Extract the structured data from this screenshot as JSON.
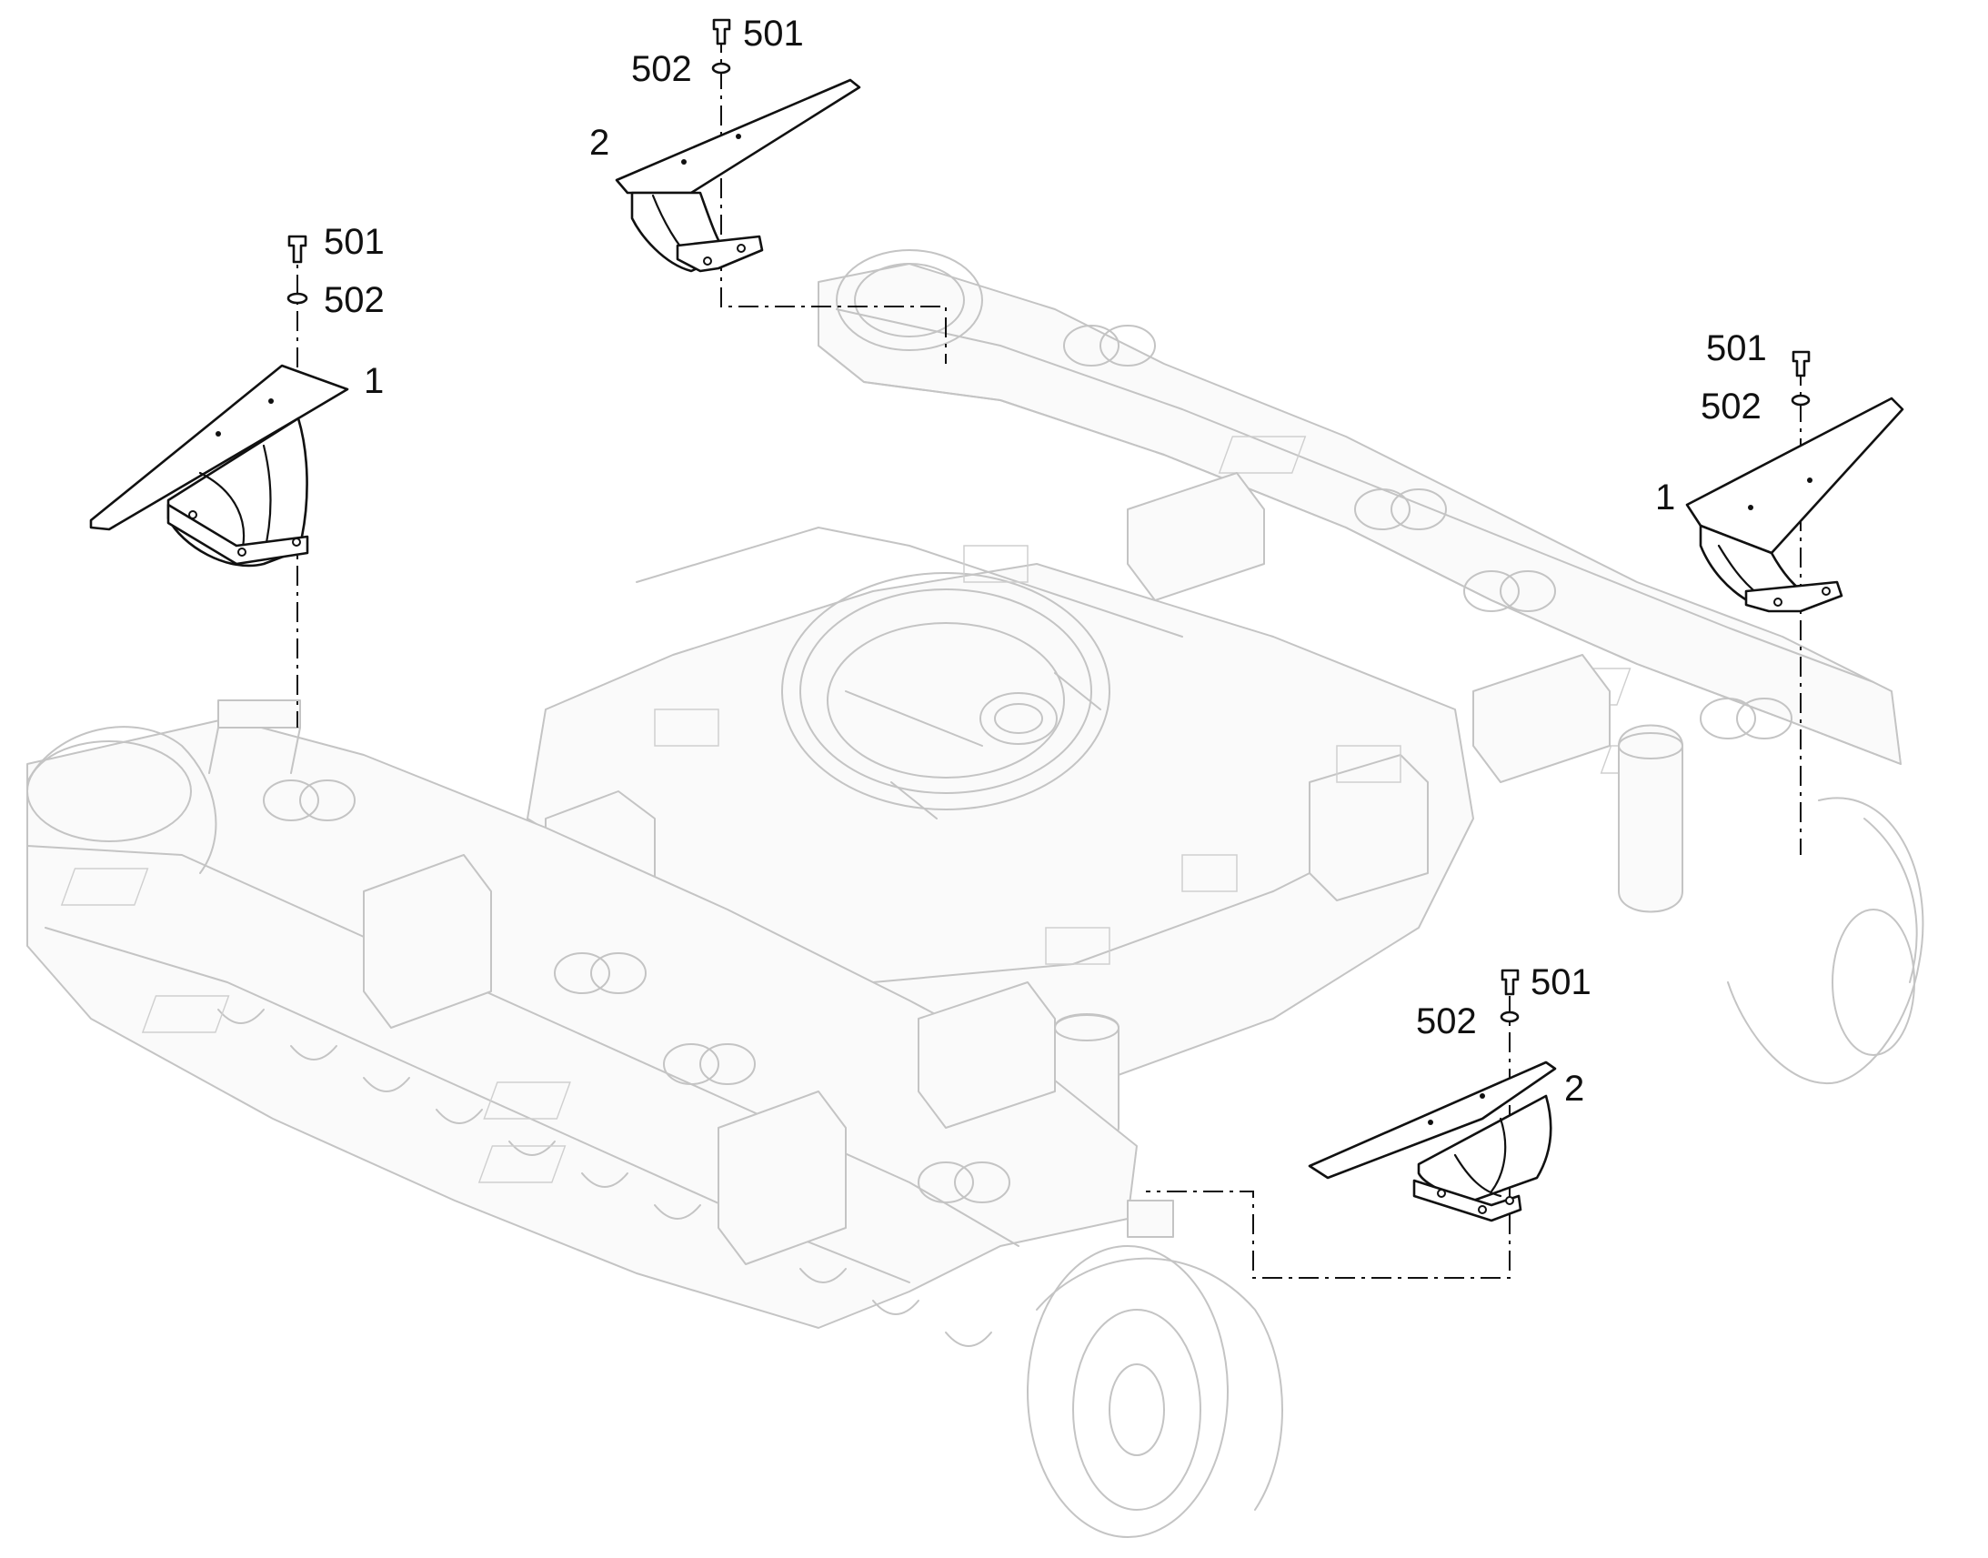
{
  "diagram": {
    "callouts": [
      {
        "id": "c-501-a",
        "text": "501"
      },
      {
        "id": "c-502-a",
        "text": "502"
      },
      {
        "id": "c-1-a",
        "text": "1"
      },
      {
        "id": "c-501-b",
        "text": "501"
      },
      {
        "id": "c-502-b",
        "text": "502"
      },
      {
        "id": "c-2-b",
        "text": "2"
      },
      {
        "id": "c-501-c",
        "text": "501"
      },
      {
        "id": "c-502-c",
        "text": "502"
      },
      {
        "id": "c-1-c",
        "text": "1"
      },
      {
        "id": "c-501-d",
        "text": "501"
      },
      {
        "id": "c-502-d",
        "text": "502"
      },
      {
        "id": "c-2-d",
        "text": "2"
      }
    ],
    "colors": {
      "part_stroke": "#111111",
      "background_stroke": "#c4c4c4",
      "background": "#ffffff"
    }
  }
}
